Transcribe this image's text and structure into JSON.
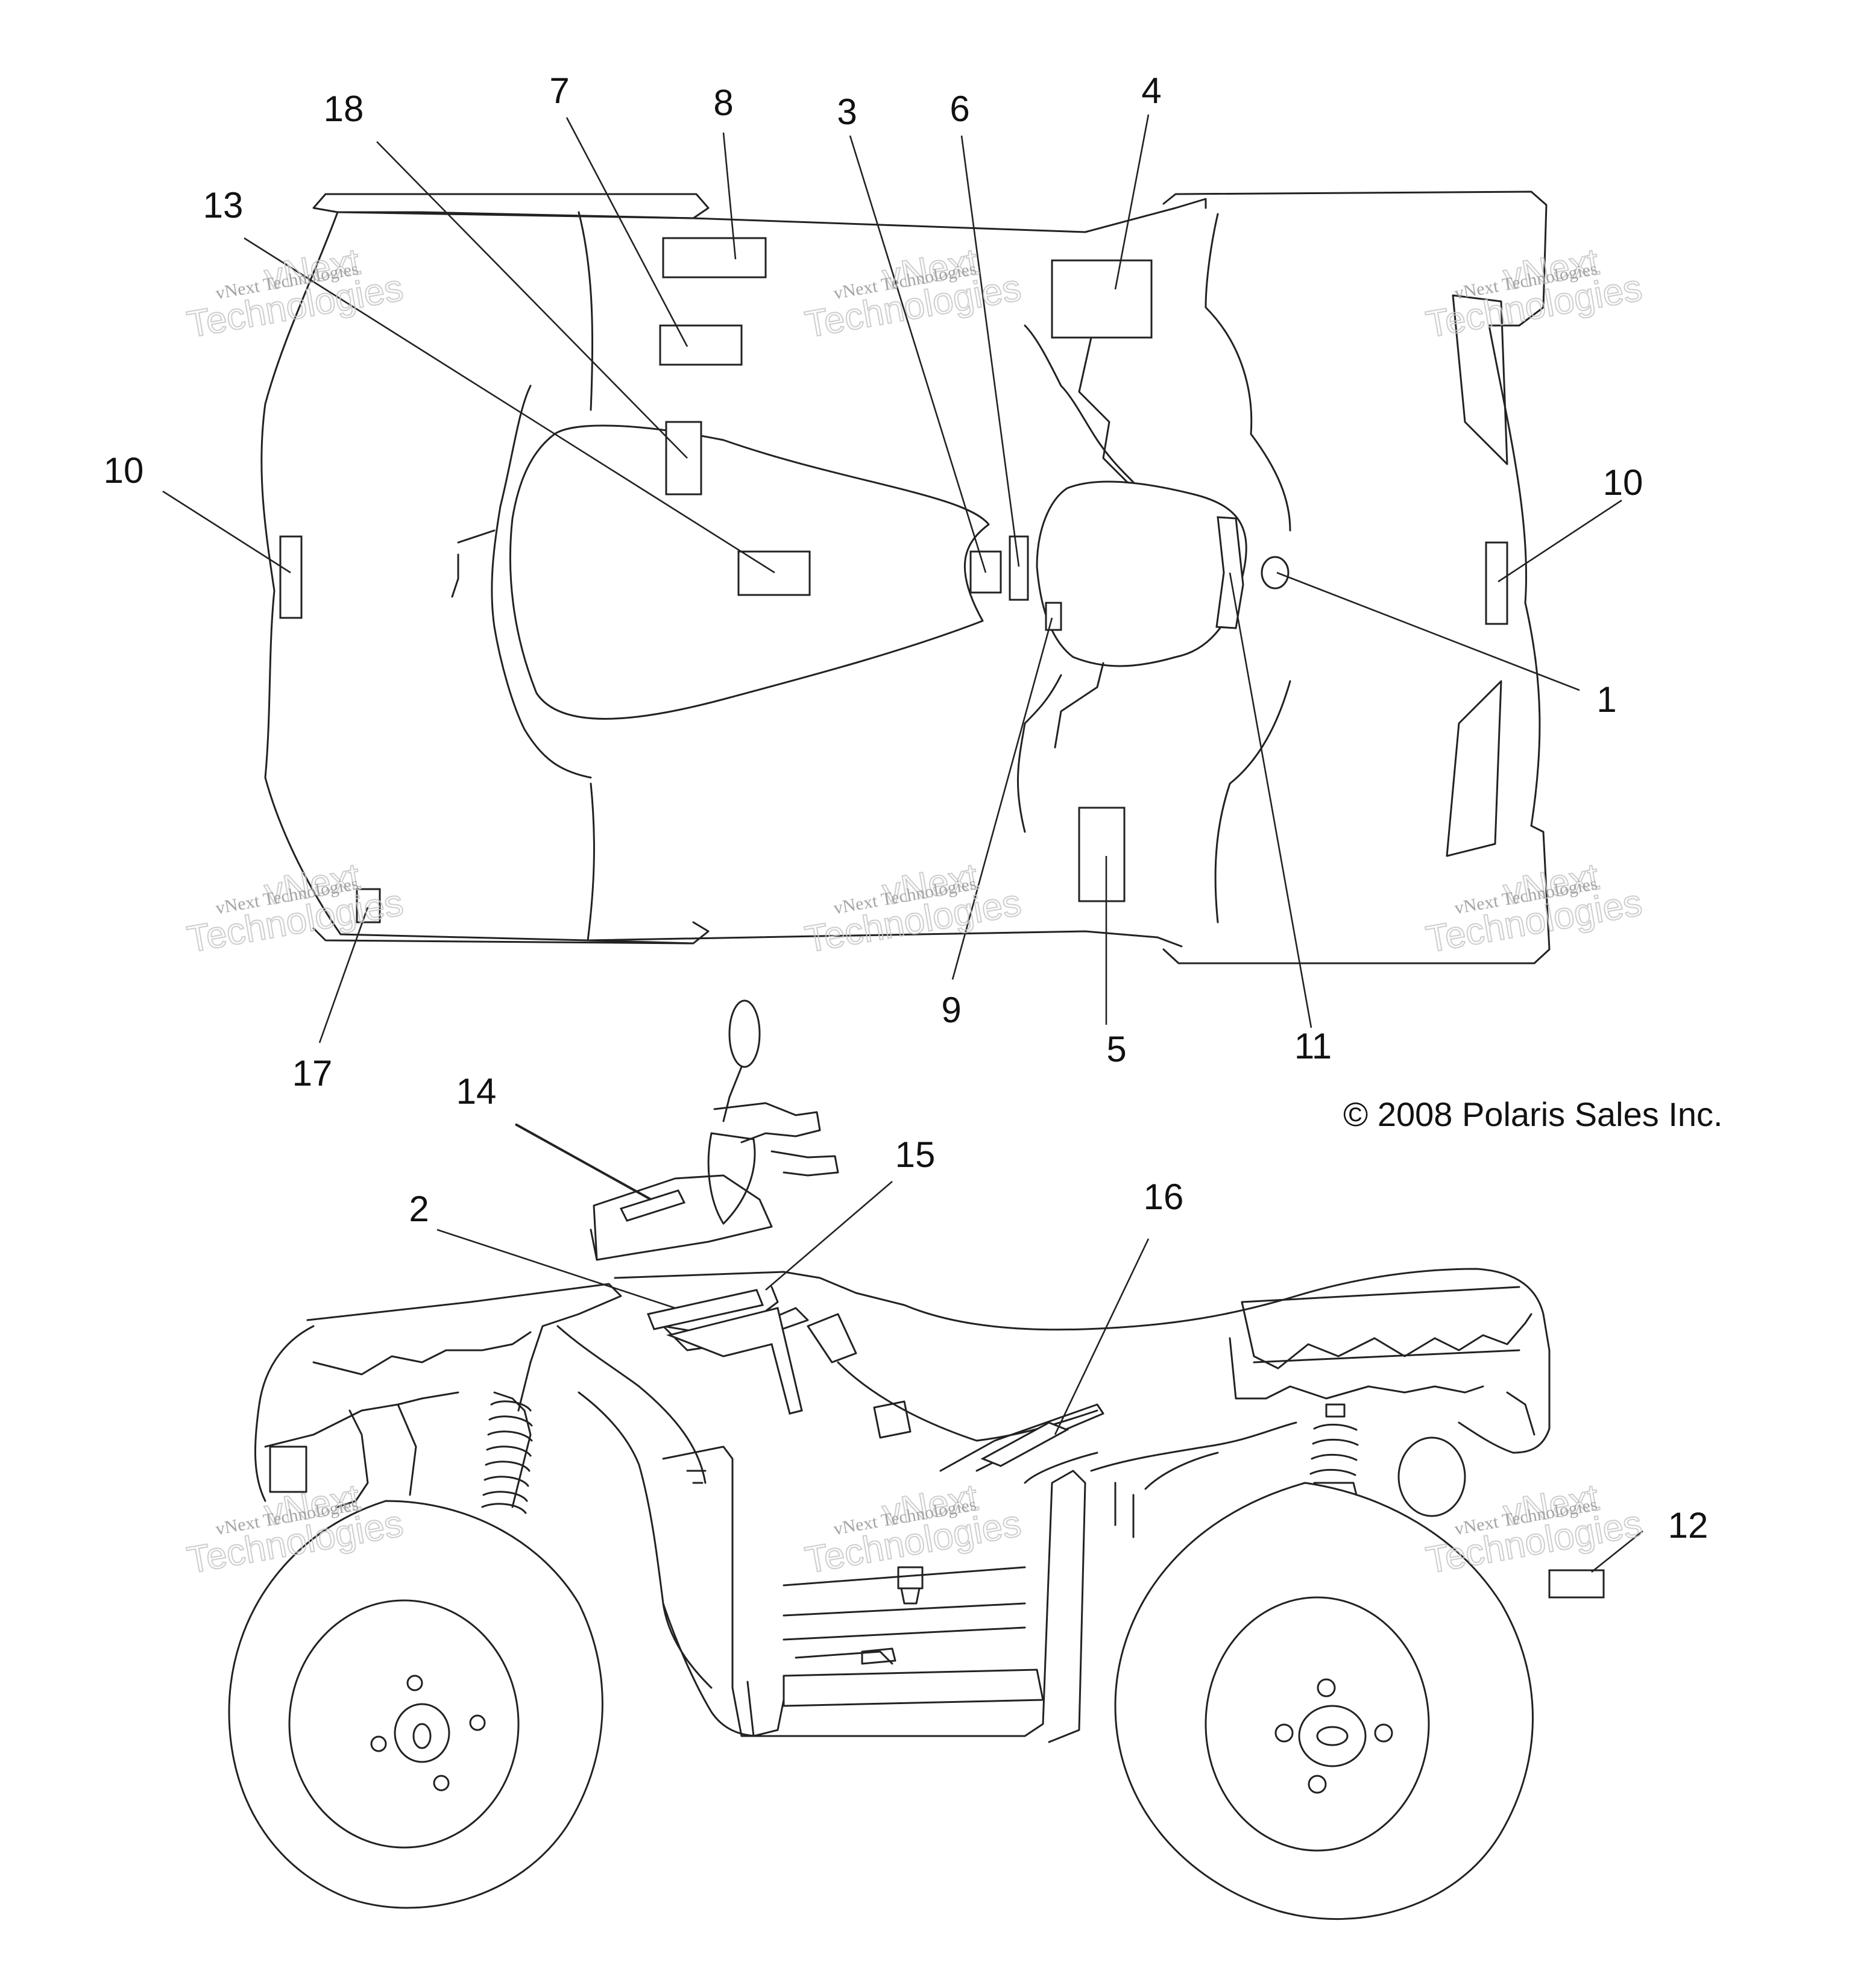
{
  "diagram": {
    "callouts": {
      "c1": "1",
      "c2": "2",
      "c3": "3",
      "c4": "4",
      "c5": "5",
      "c6": "6",
      "c7": "7",
      "c8": "8",
      "c9": "9",
      "c10a": "10",
      "c10b": "10",
      "c11": "11",
      "c12": "12",
      "c13": "13",
      "c14": "14",
      "c15": "15",
      "c16": "16",
      "c17": "17",
      "c18": "18"
    },
    "copyright": "© 2008 Polaris Sales Inc.",
    "watermark": {
      "small": "vNext Technologies",
      "big": "Technologies",
      "top": "vNext"
    }
  }
}
